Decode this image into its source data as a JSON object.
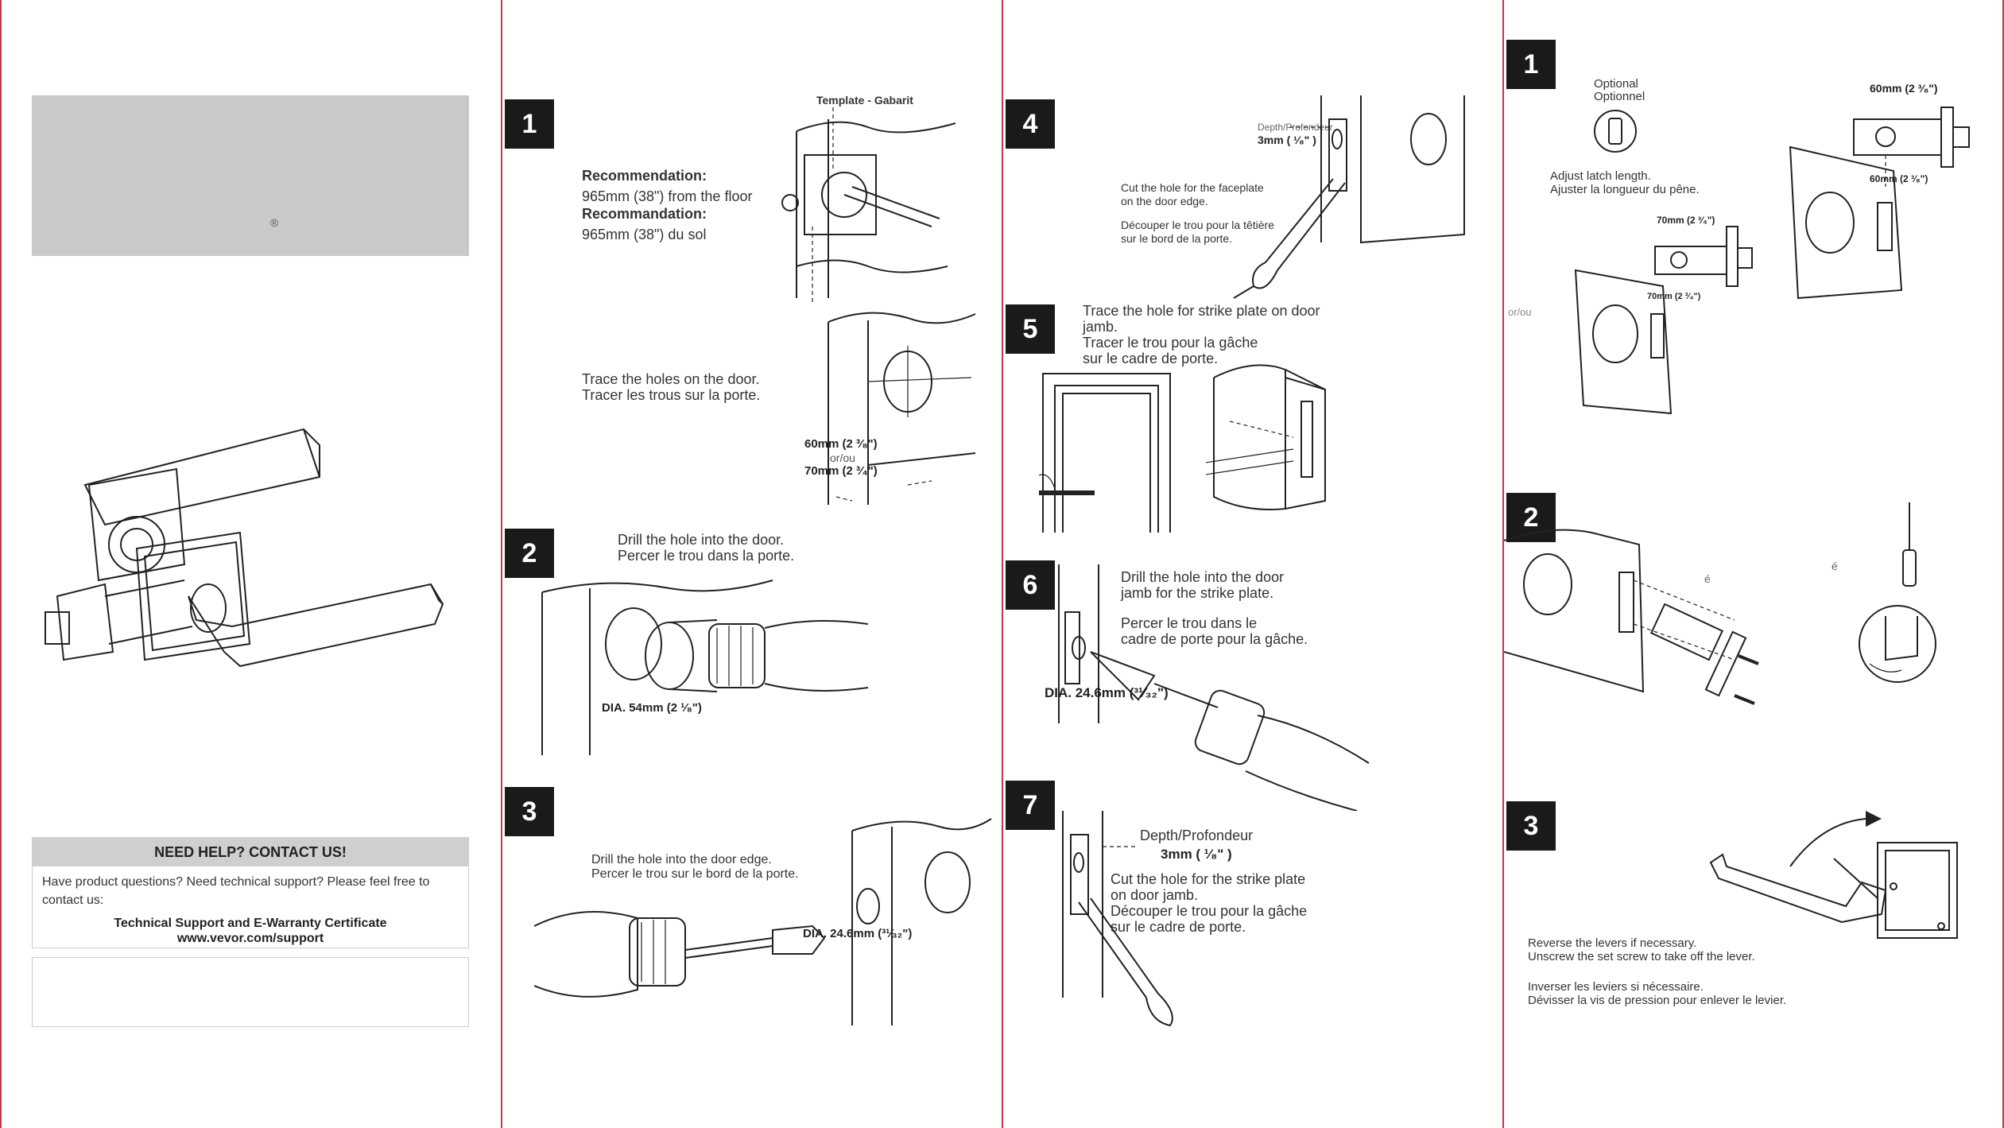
{
  "panel1": {
    "registered_mark": "®",
    "help": {
      "title": "NEED HELP? CONTACT US!",
      "body": "Have product questions? Need technical support? Please feel free to contact us:",
      "support_title": "Technical Support and E-Warranty Certificate",
      "support_url": "www.vevor.com/support"
    }
  },
  "panel2": {
    "step1": {
      "number": "1",
      "template_label": "Template - Gabarit",
      "rec_en_title": "Recommendation:",
      "rec_en_text": "965mm (38\")  from the floor",
      "rec_fr_title": "Recommandation:",
      "rec_fr_text": "965mm (38\") du sol",
      "trace_en": "Trace the holes on the door.",
      "trace_fr": "Tracer les trous sur la porte.",
      "dim_60": "60mm (2 ³⁄₈\")",
      "dim_or": "or/ou",
      "dim_70": "70mm (2 ³⁄₄\")"
    },
    "step2": {
      "number": "2",
      "drill_en": "Drill the hole into the door.",
      "drill_fr": "Percer le trou dans la porte.",
      "dia": "DIA. 54mm (2 ¹⁄₈\")"
    },
    "step3": {
      "number": "3",
      "drill_en": "Drill the hole into the door edge.",
      "drill_fr": "Percer le trou sur le bord de la porte.",
      "dia": "DIA. 24.6mm (³¹⁄₃₂\")"
    }
  },
  "panel3": {
    "step4": {
      "number": "4",
      "depth_label": "Depth/Profondeur",
      "depth_value": "3mm ( ¹⁄₈\" )",
      "cut_en_1": "Cut the hole for the faceplate",
      "cut_en_2": "on the door edge.",
      "cut_fr_1": "Découper le trou pour la têtière",
      "cut_fr_2": "sur le bord de la porte."
    },
    "step5": {
      "number": "5",
      "trace_en_1": "Trace the hole for strike plate on door",
      "trace_en_2": " jamb.",
      "trace_fr_1": "Tracer le trou pour la gâche",
      "trace_fr_2": "sur le cadre de porte."
    },
    "step6": {
      "number": "6",
      "drill_en_1": "Drill the hole into the door",
      "drill_en_2": "jamb for the strike plate.",
      "drill_fr_1": "Percer le trou dans le",
      "drill_fr_2": "cadre de porte pour la gâche.",
      "dia": "DIA. 24.6mm (³¹⁄₃₂\")"
    },
    "step7": {
      "number": "7",
      "depth_label": "Depth/Profondeur",
      "depth_value": "3mm ( ¹⁄₈\" )",
      "cut_en_1": "Cut the hole for the strike plate",
      "cut_en_2": "on door jamb.",
      "cut_fr_1": "Découper le trou pour la gâche",
      "cut_fr_2": "  sur le cadre de porte."
    }
  },
  "panel4": {
    "step1": {
      "number": "1",
      "optional_en": "Optional",
      "optional_fr": "Optionnel",
      "adjust_en": "Adjust latch length.",
      "adjust_fr": "Ajuster la longueur du pêne.",
      "dim_60": "60mm (2 ³⁄₈\")",
      "dim_70": "70mm (2 ³⁄₄\")",
      "or": "or/ou"
    },
    "step2": {
      "number": "2",
      "mark": "é"
    },
    "step3": {
      "number": "3",
      "rev_en_1": "Reverse the levers if necessary.",
      "rev_en_2": "Unscrew the set screw to take off the lever.",
      "rev_fr_1": "Inverser les leviers si nécessaire.",
      "rev_fr_2": "Dévisser la vis de pression  pour enlever le levier."
    }
  }
}
